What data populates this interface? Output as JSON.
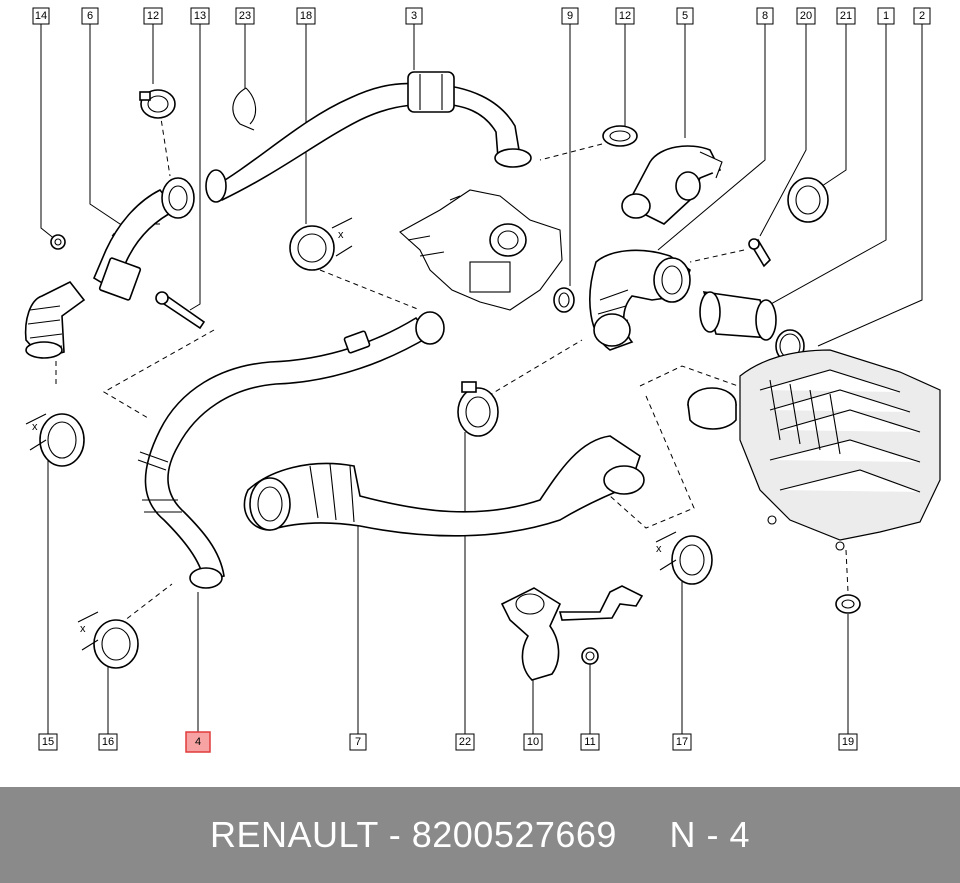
{
  "diagram": {
    "callouts": [
      {
        "id": "c14a",
        "label": "14"
      },
      {
        "id": "c6",
        "label": "6"
      },
      {
        "id": "c12a",
        "label": "12"
      },
      {
        "id": "c13",
        "label": "13"
      },
      {
        "id": "c23",
        "label": "23"
      },
      {
        "id": "c18",
        "label": "18"
      },
      {
        "id": "c3",
        "label": "3"
      },
      {
        "id": "c9",
        "label": "9"
      },
      {
        "id": "c12b",
        "label": "12"
      },
      {
        "id": "c5",
        "label": "5"
      },
      {
        "id": "c8",
        "label": "8"
      },
      {
        "id": "c20",
        "label": "20"
      },
      {
        "id": "c21",
        "label": "21"
      },
      {
        "id": "c1",
        "label": "1"
      },
      {
        "id": "c2",
        "label": "2"
      },
      {
        "id": "c15",
        "label": "15"
      },
      {
        "id": "c16",
        "label": "16"
      },
      {
        "id": "c4",
        "label": "4",
        "highlighted": true
      },
      {
        "id": "c7",
        "label": "7"
      },
      {
        "id": "c22",
        "label": "22"
      },
      {
        "id": "c10",
        "label": "10"
      },
      {
        "id": "c11",
        "label": "11"
      },
      {
        "id": "c17",
        "label": "17"
      },
      {
        "id": "c19",
        "label": "19"
      }
    ],
    "dimension_marker": "x",
    "highlight_color": "#f7a3a3"
  },
  "footer": {
    "text": "RENAULT - 8200527669     N - 4",
    "background": "#8a8a8a",
    "color": "#ffffff"
  }
}
